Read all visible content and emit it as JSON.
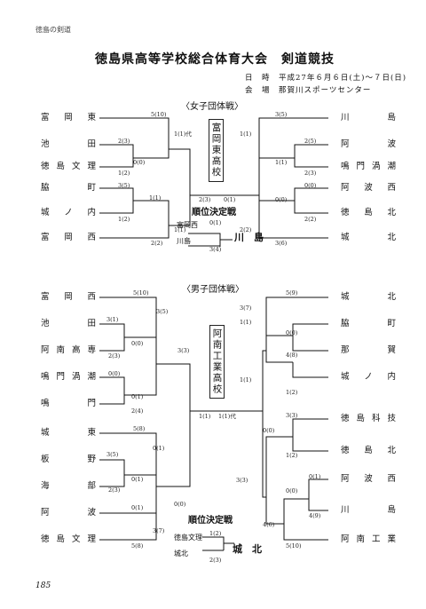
{
  "header": "徳島の剣道",
  "title": "徳島県高等学校総合体育大会　剣道競技",
  "date_line": "日　時　平成27年６月６日(土)～７日(日)",
  "venue_line": "会　場　那賀川スポーツセンター",
  "page_number": "185",
  "women": {
    "section_title": "〈女子団体戦〉",
    "left_teams": [
      "富岡東",
      "池田",
      "徳島文理",
      "脇町",
      "城ノ内",
      "富岡西"
    ],
    "right_teams": [
      "川島",
      "阿波",
      "鳴門渦潮",
      "阿波西",
      "徳島北",
      "城北"
    ],
    "champion": "富岡東高校",
    "scores": [
      "5(10)",
      "2(3)",
      "0(0)",
      "1(2)",
      "1(1)代",
      "3(5)",
      "1(1)",
      "1(2)",
      "2(3)",
      "1(1)",
      "2(2)",
      "0(1)",
      "3(5)",
      "1(1)",
      "2(5)",
      "1(1)",
      "2(3)",
      "0(0)",
      "0(0)",
      "2(2)",
      "2(2)",
      "3(6)"
    ],
    "ranking": {
      "title": "順位決定戦",
      "team_a": "富岡西",
      "team_b": "川島",
      "score_a": "0(1)",
      "score_b": "3(4)",
      "winner": "川　島"
    }
  },
  "men": {
    "section_title": "〈男子団体戦〉",
    "left_teams": [
      "富岡西",
      "池田",
      "阿南高専",
      "鳴門渦潮",
      "鳴門",
      "城東",
      "板野",
      "海部",
      "阿波",
      "徳島文理"
    ],
    "right_teams": [
      "城北",
      "脇町",
      "那賀",
      "城ノ内",
      "徳島科技",
      "徳島北",
      "阿波西",
      "川島",
      "阿南工業"
    ],
    "champion": "阿南工業高校",
    "scores": [
      "5(10)",
      "3(5)",
      "3(1)",
      "0(0)",
      "2(3)",
      "3(3)",
      "0(0)",
      "0(1)",
      "2(4)",
      "5(8)",
      "0(1)",
      "3(5)",
      "0(1)",
      "2(3)",
      "0(0)",
      "0(1)",
      "3(7)",
      "5(8)",
      "1(1)",
      "1(1)代",
      "5(9)",
      "3(7)",
      "0(0)",
      "4(8)",
      "1(1)",
      "1(1)",
      "1(2)",
      "3(3)",
      "3(3)",
      "0(0)",
      "1(2)",
      "0(0)",
      "0(1)",
      "4(9)",
      "4(6)",
      "5(10)"
    ],
    "ranking": {
      "title": "順位決定戦",
      "team_a": "徳島文理",
      "team_b": "城北",
      "score_a": "1(2)",
      "score_b": "2(3)",
      "winner": "城　北"
    }
  }
}
